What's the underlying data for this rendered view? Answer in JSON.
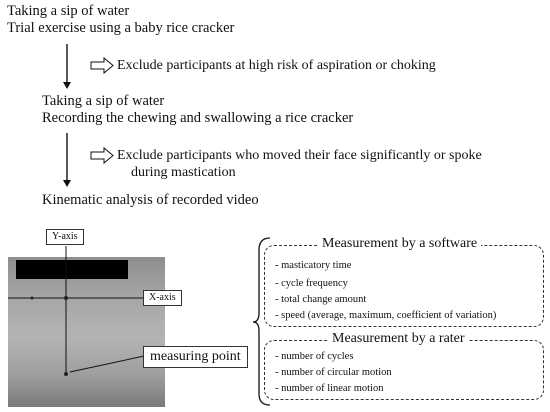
{
  "flow": {
    "step1_line1": "Taking a sip of water",
    "step1_line2": "Trial exercise using a baby rice cracker",
    "exclusion1": "Exclude participants at high risk of aspiration or choking",
    "step2_line1": "Taking a sip of water",
    "step2_line2": "Recording the chewing and swallowing a rice cracker",
    "exclusion2_line1": "Exclude participants who moved their face significantly or spoke",
    "exclusion2_line2": "during mastication",
    "step3": "Kinematic analysis of recorded video"
  },
  "photo": {
    "y_axis_label": "Y-axis",
    "x_axis_label": "X-axis",
    "measuring_point_label": "measuring point"
  },
  "software_box": {
    "title": "Measurement by a software",
    "items": [
      "- masticatory time",
      "- cycle frequency",
      "- total change amount",
      "- speed (average, maximum, coefficient of variation)"
    ]
  },
  "rater_box": {
    "title": "Measurement by a rater",
    "items": [
      "- number of cycles",
      "- number of circular motion",
      "- number of linear motion"
    ]
  }
}
